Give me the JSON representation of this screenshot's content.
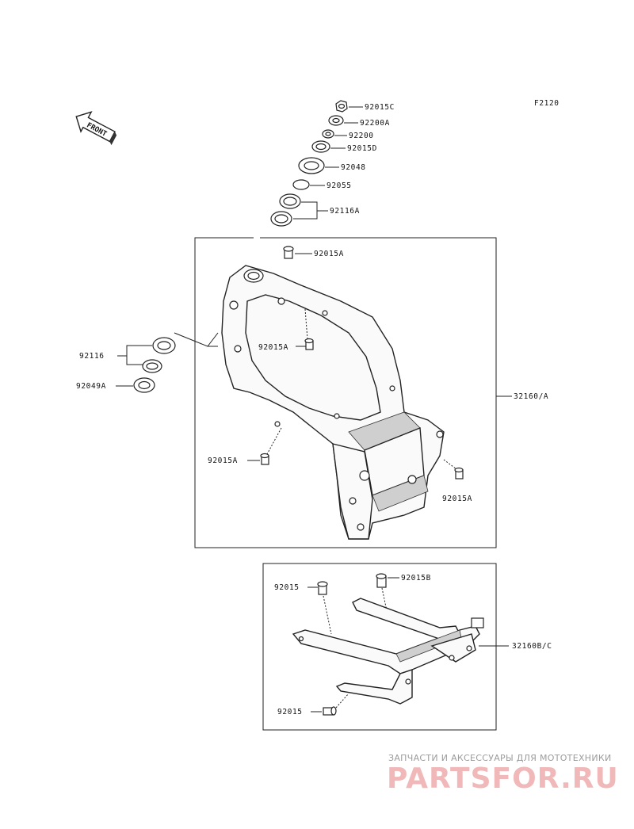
{
  "figure_code": "F2120",
  "front_label": "FRONT",
  "parts": {
    "p92015C": "92015C",
    "p92200A": "92200A",
    "p92200": "92200",
    "p92015D": "92015D",
    "p92048": "92048",
    "p92055": "92055",
    "p92116A": "92116A",
    "p92015A_top": "92015A",
    "p92015A_mid": "92015A",
    "p92116": "92116",
    "p92049A": "92049A",
    "p32160A": "32160/A",
    "p92015A_left": "92015A",
    "p92015A_right": "92015A",
    "p92015_sub_top": "92015",
    "p92015B": "92015B",
    "p32160B": "32160B/C",
    "p92015_sub_bottom": "92015"
  },
  "watermark": {
    "tagline": "ЗАПЧАСТИ И АКСЕССУАРЫ ДЛЯ МОТОТЕХНИКИ",
    "logo": "PARTSFOR.RU"
  }
}
